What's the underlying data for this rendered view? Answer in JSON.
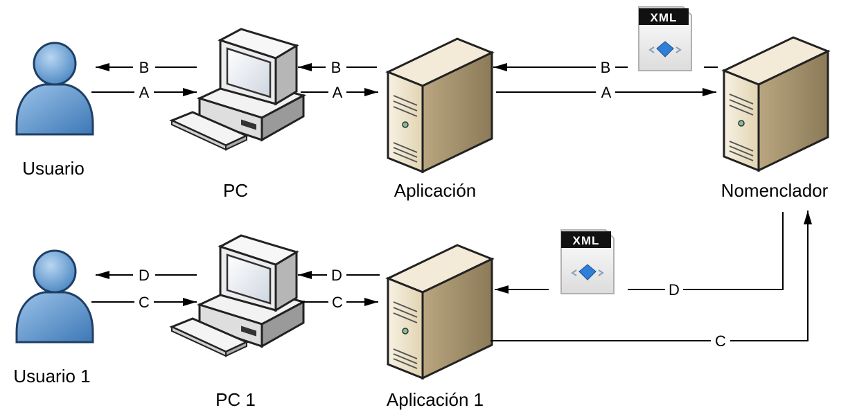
{
  "nodes": {
    "usuario": "Usuario",
    "pc": "PC",
    "aplicacion": "Aplicación",
    "nomenclador": "Nomenclador",
    "usuario1": "Usuario 1",
    "pc1": "PC 1",
    "aplicacion1": "Aplicación 1"
  },
  "edges": {
    "a1": "A",
    "a2": "A",
    "a3": "A",
    "b1": "B",
    "b2": "B",
    "b3": "B",
    "c1": "C",
    "c2": "C",
    "c3": "C",
    "d1": "D",
    "d2": "D",
    "d3": "D"
  },
  "xml": {
    "top": "XML",
    "bottom": "XML"
  },
  "icons": [
    "user-icon",
    "pc-icon",
    "server-icon",
    "xml-file-icon"
  ],
  "colors": {
    "user_blue": "#5b9bd5",
    "server_beige": "#e8dcc0",
    "arrow": "#000000"
  }
}
